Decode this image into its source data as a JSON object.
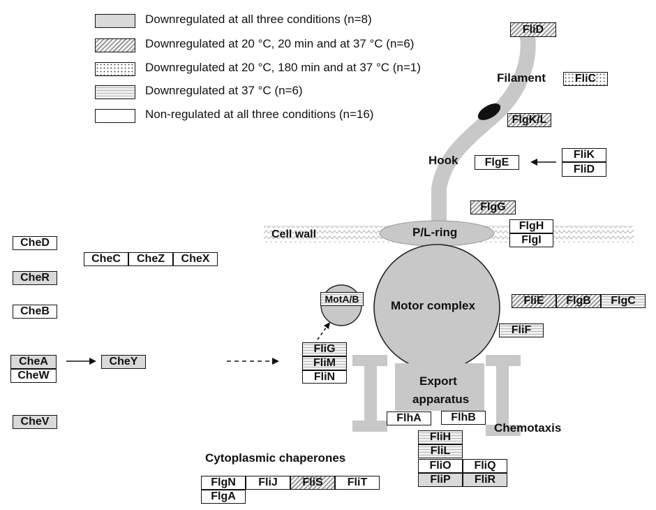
{
  "legend": [
    {
      "fill": "grey",
      "text": "Downregulated at all three conditions (n=8)"
    },
    {
      "fill": "hatch",
      "text": "Downregulated at 20 °C, 20 min and at 37 °C (n=6)"
    },
    {
      "fill": "dots",
      "text": "Downregulated at 20 °C, 180 min and at 37 °C (n=1)"
    },
    {
      "fill": "dash",
      "text": "Downregulated at 37 °C (n=6)"
    },
    {
      "fill": "white",
      "text": "Non-regulated at all three conditions (n=16)"
    }
  ],
  "labels": {
    "filament": "Filament",
    "hook": "Hook",
    "cell_wall": "Cell wall",
    "pl_ring": "P/L-ring",
    "motor_complex": "Motor complex",
    "export_line1": "Export",
    "export_line2": "apparatus",
    "chemotaxis": "Chemotaxis",
    "chaperones": "Cytoplasmic chaperones"
  },
  "genes": {
    "FliD_top": {
      "name": "FliD",
      "fill": "hatch"
    },
    "FliC": {
      "name": "FliC",
      "fill": "dots"
    },
    "FlgKL": {
      "name": "FlgK/L",
      "fill": "hatch"
    },
    "FlgE": {
      "name": "FlgE",
      "fill": "white"
    },
    "FliK": {
      "name": "FliK",
      "fill": "white"
    },
    "FliD_hook": {
      "name": "FliD",
      "fill": "white"
    },
    "FlgG": {
      "name": "FlgG",
      "fill": "hatch"
    },
    "FlgH": {
      "name": "FlgH",
      "fill": "white"
    },
    "FlgI": {
      "name": "FlgI",
      "fill": "white"
    },
    "FliE": {
      "name": "FliE",
      "fill": "hatch"
    },
    "FlgB": {
      "name": "FlgB",
      "fill": "hatch"
    },
    "FlgC": {
      "name": "FlgC",
      "fill": "dash"
    },
    "FliF": {
      "name": "FliF",
      "fill": "dash"
    },
    "MotAB": {
      "name": "MotA/B",
      "fill": "dash"
    },
    "FliG": {
      "name": "FliG",
      "fill": "dash"
    },
    "FliM": {
      "name": "FliM",
      "fill": "dash"
    },
    "FliN": {
      "name": "FliN",
      "fill": "white"
    },
    "FlhA": {
      "name": "FlhA",
      "fill": "white"
    },
    "FlhB": {
      "name": "FlhB",
      "fill": "white"
    },
    "FliH": {
      "name": "FliH",
      "fill": "dash"
    },
    "FliL": {
      "name": "FliL",
      "fill": "dash"
    },
    "FliO": {
      "name": "FliO",
      "fill": "white"
    },
    "FliQ": {
      "name": "FliQ",
      "fill": "white"
    },
    "FliP": {
      "name": "FliP",
      "fill": "grey"
    },
    "FliR": {
      "name": "FliR",
      "fill": "grey"
    },
    "CheD": {
      "name": "CheD",
      "fill": "white"
    },
    "CheC": {
      "name": "CheC",
      "fill": "white"
    },
    "CheZ": {
      "name": "CheZ",
      "fill": "white"
    },
    "CheX": {
      "name": "CheX",
      "fill": "white"
    },
    "CheR": {
      "name": "CheR",
      "fill": "grey"
    },
    "CheB": {
      "name": "CheB",
      "fill": "white"
    },
    "CheA": {
      "name": "CheA",
      "fill": "grey"
    },
    "CheW": {
      "name": "CheW",
      "fill": "white"
    },
    "CheY": {
      "name": "CheY",
      "fill": "grey"
    },
    "CheV": {
      "name": "CheV",
      "fill": "grey"
    },
    "FlgN": {
      "name": "FlgN",
      "fill": "white"
    },
    "FliJ": {
      "name": "FliJ",
      "fill": "white"
    },
    "FliS": {
      "name": "FliS",
      "fill": "hatch"
    },
    "FliT": {
      "name": "FliT",
      "fill": "white"
    },
    "FlgA": {
      "name": "FlgA",
      "fill": "white"
    }
  }
}
